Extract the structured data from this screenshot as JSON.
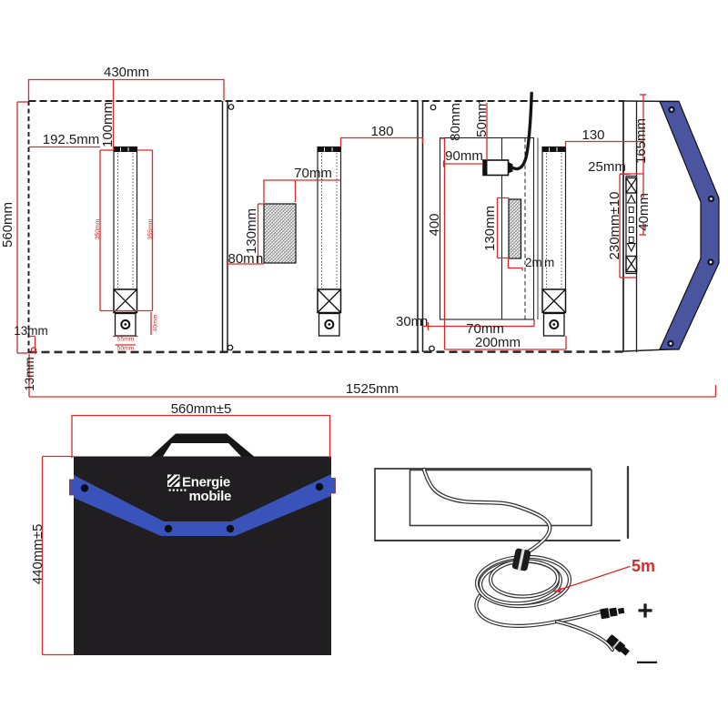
{
  "title": "Foldable solar panel technical drawing",
  "colors": {
    "dim_red": "#da2a2a",
    "label_black": "#1c1c1c",
    "line_dark": "#1f1f1f",
    "flap_blue": "#4a549f",
    "strap_blue": "#3a53bb",
    "panel_black": "#201e20",
    "cable_gray": "#3a3a3a"
  },
  "top_drawing": {
    "d430": "430mm",
    "d192": "192.5mm",
    "d100": "100mm",
    "d560": "560mm",
    "d13a": "13mm",
    "d13b": "13mm",
    "d1525": "1525mm",
    "s1_350": "350mm",
    "s1_355": "355mm",
    "s1_40": "40mm",
    "s1_55": "55mm",
    "s1_50": "50mm",
    "d180": "180",
    "d70s2": "70mm",
    "d130s2": "130mm",
    "d80s2": "80m",
    "d80s2b": "n",
    "d30": "30m",
    "d30b": "n",
    "d400": "400",
    "d80s3": "80mm",
    "d50s3": "50mm",
    "d90": "90mm",
    "d130s3": "130mm",
    "d2m": "2m",
    "d2mb": "m",
    "d70s3": "70mm",
    "d200": "200mm",
    "d130f": "130",
    "d25": "25mm",
    "d165": "165mm",
    "d40f": "40mm",
    "d230": "230mm±10"
  },
  "folded_panel": {
    "dim_width": "560mm±5",
    "dim_height": "440mm±5",
    "brand_line1": "Energie",
    "brand_line2": "mobile"
  },
  "cable_figure": {
    "length_label": "5m",
    "plus": "+",
    "minus": "—"
  }
}
